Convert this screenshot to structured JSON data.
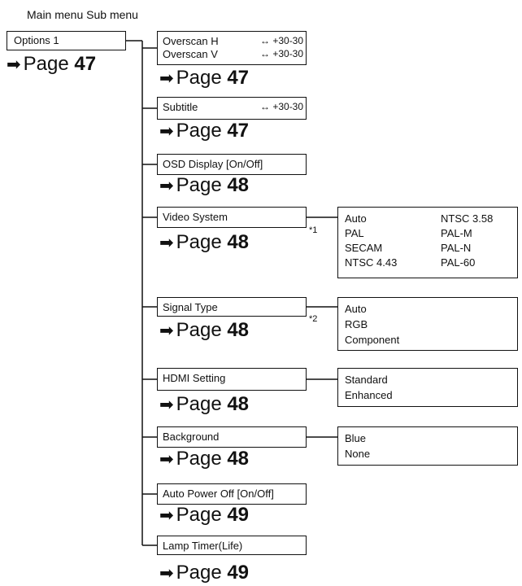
{
  "header": "Main menu Sub menu",
  "main": {
    "label": "Options 1",
    "page_prefix": "Page",
    "page_num": "47"
  },
  "arrow_glyph": "➡",
  "items": [
    {
      "id": "overscan",
      "lines": [
        {
          "label": "Overscan H",
          "range": "↔ +30-30"
        },
        {
          "label": "Overscan V",
          "range": "↔ +30-30"
        }
      ],
      "page_prefix": "Page",
      "page_num": "47"
    },
    {
      "id": "subtitle",
      "lines": [
        {
          "label": "Subtitle",
          "range": "↔ +30-30"
        }
      ],
      "page_prefix": "Page",
      "page_num": "47"
    },
    {
      "id": "osd",
      "lines": [
        {
          "label": "OSD Display [On/Off]"
        }
      ],
      "page_prefix": "Page",
      "page_num": "48"
    },
    {
      "id": "video",
      "lines": [
        {
          "label": "Video System"
        }
      ],
      "note": "*1",
      "options": [
        [
          "Auto",
          "NTSC 3.58"
        ],
        [
          "PAL",
          "PAL-M"
        ],
        [
          "SECAM",
          "PAL-N"
        ],
        [
          "NTSC 4.43",
          "PAL-60"
        ]
      ],
      "page_prefix": "Page",
      "page_num": "48"
    },
    {
      "id": "signal",
      "lines": [
        {
          "label": "Signal Type"
        }
      ],
      "note": "*2",
      "options": [
        [
          "Auto"
        ],
        [
          "RGB"
        ],
        [
          "Component"
        ]
      ],
      "page_prefix": "Page",
      "page_num": "48"
    },
    {
      "id": "hdmi",
      "lines": [
        {
          "label": "HDMI Setting"
        }
      ],
      "options": [
        [
          "Standard"
        ],
        [
          "Enhanced"
        ]
      ],
      "page_prefix": "Page",
      "page_num": "48"
    },
    {
      "id": "background",
      "lines": [
        {
          "label": "Background"
        }
      ],
      "options": [
        [
          "Blue"
        ],
        [
          "None"
        ]
      ],
      "page_prefix": "Page",
      "page_num": "48"
    },
    {
      "id": "autopower",
      "lines": [
        {
          "label": "Auto Power Off [On/Off]"
        }
      ],
      "page_prefix": "Page",
      "page_num": "49"
    },
    {
      "id": "lamp",
      "lines": [
        {
          "label": "Lamp Timer(Life)"
        }
      ],
      "page_prefix": "Page",
      "page_num": "49"
    }
  ]
}
